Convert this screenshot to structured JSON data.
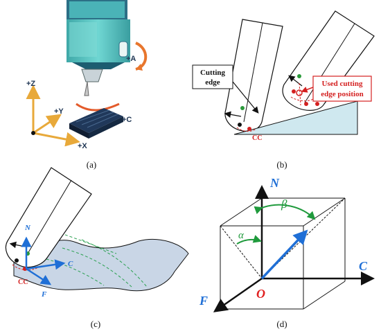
{
  "panels": [
    {
      "id": "a",
      "caption": "(a)",
      "labels": {
        "axis_a": "+A",
        "axis_c": "+C",
        "axis_z": "+Z",
        "axis_y": "+Y",
        "axis_x": "+X"
      },
      "colors": {
        "spindle_teal": "#5fc7c3",
        "spindle_dark": "#2c6f86",
        "table_navy": "#1e3553",
        "axis_arrow": "#e8a93a",
        "rotate_arrow": "#e8762d"
      }
    },
    {
      "id": "b",
      "caption": "(b)",
      "labels": {
        "cutting_edge_line1": "Cutting",
        "cutting_edge_line2": "edge",
        "used_cutting_line1": "Used cutting",
        "used_cutting_line2": "edge position",
        "cc": "CC"
      },
      "colors": {
        "red": "#d42020",
        "green": "#2a9a3a",
        "surface": "#cfe8ef"
      }
    },
    {
      "id": "c",
      "caption": "(c)",
      "labels": {
        "normal": "N",
        "cutting_dir": "C",
        "feed": "F",
        "cc": "CC"
      },
      "colors": {
        "blue": "#1f6fd6",
        "surface": "#c9d6e6",
        "green_dash": "#2aa050",
        "red": "#d42020"
      }
    },
    {
      "id": "d",
      "caption": "(d)",
      "labels": {
        "n": "N",
        "c": "C",
        "f": "F",
        "o": "O",
        "beta": "β",
        "alpha": "α"
      },
      "colors": {
        "blue": "#1f6fd6",
        "green": "#1f9a3c",
        "red": "#e02020"
      }
    }
  ]
}
